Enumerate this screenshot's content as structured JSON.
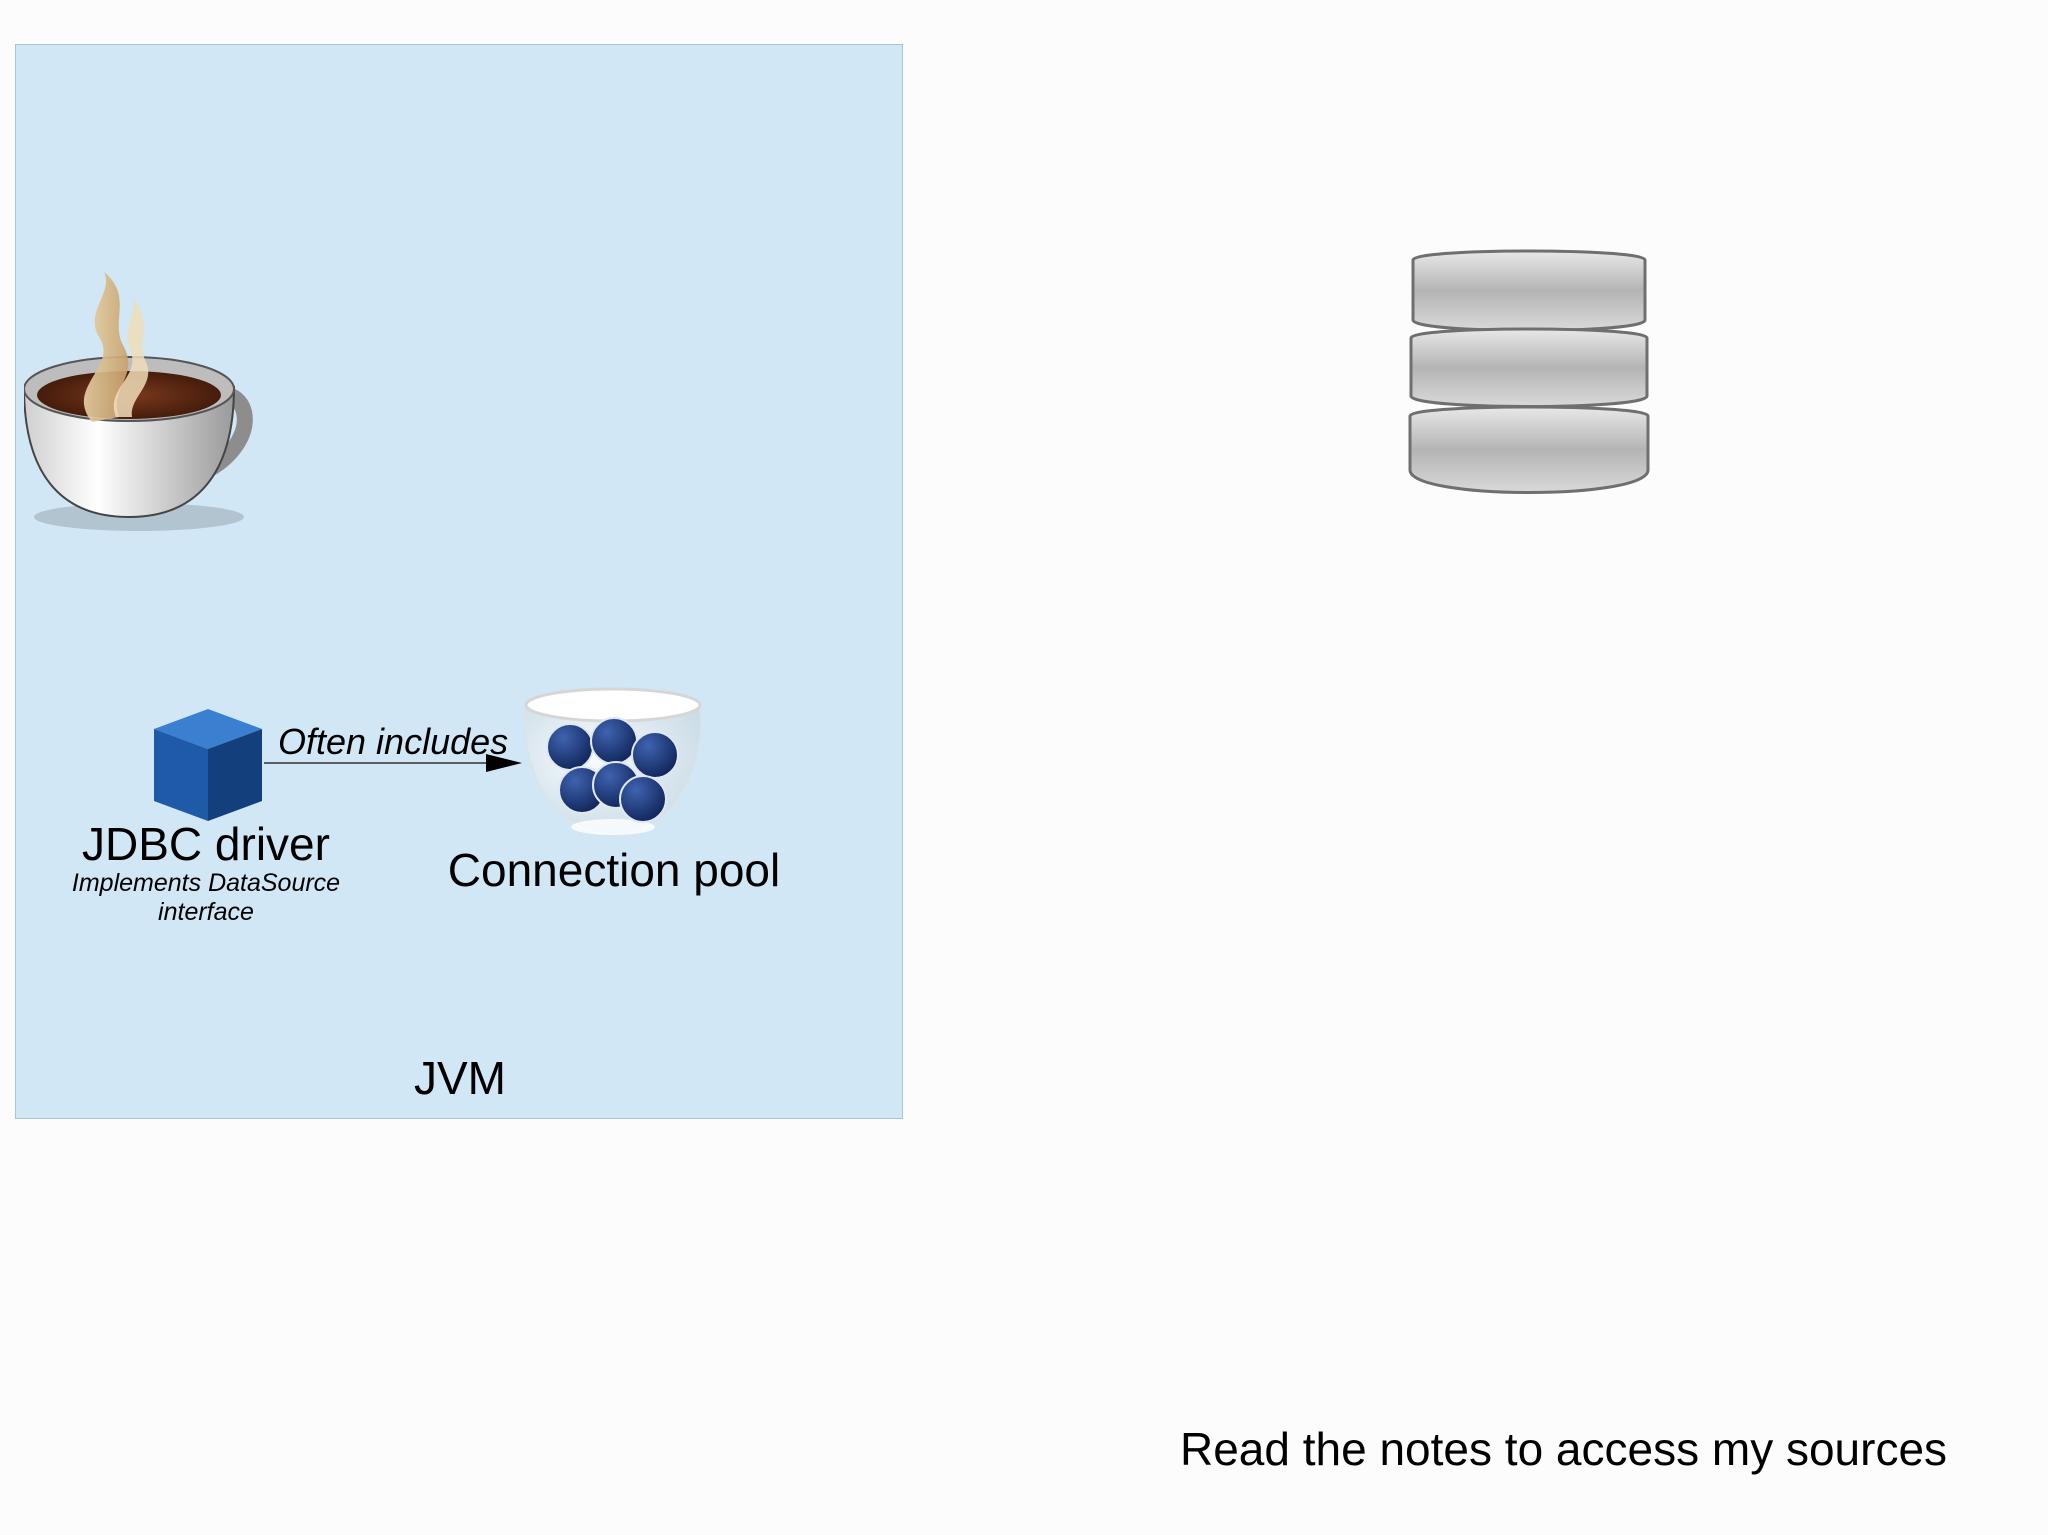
{
  "jvm": {
    "label": "JVM"
  },
  "driver": {
    "title": "JDBC driver",
    "subtitle": "Implements DataSource interface"
  },
  "edge": {
    "label": "Often includes"
  },
  "pool": {
    "title": "Connection pool"
  },
  "footer": {
    "notes": "Read the notes to access my sources"
  },
  "icons": {
    "coffee": "coffee-cup-icon",
    "driver": "cube-icon",
    "pool": "connection-pool-bowl-icon",
    "database": "database-icon"
  },
  "colors": {
    "jvm_fill": "#d1e7f5",
    "background": "#fcfcfc",
    "cube_blue": "#1e5aa8",
    "ball_blue": "#1b3575"
  }
}
